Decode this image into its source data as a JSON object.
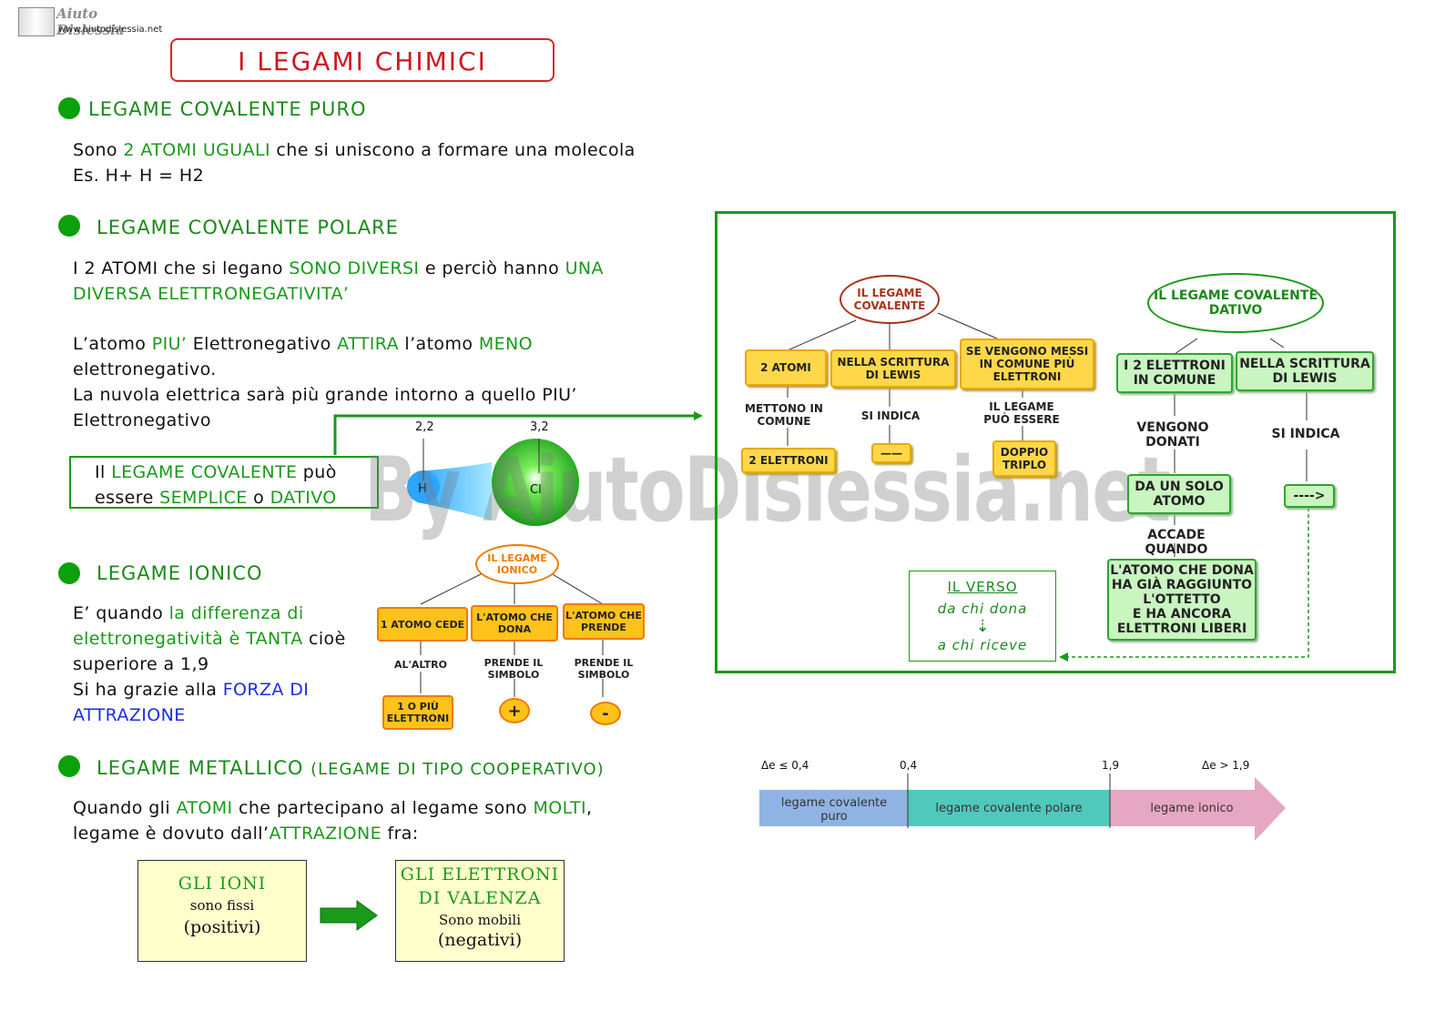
{
  "logo": {
    "name": "Aiuto Dislessia",
    "url": "www.aiutodislessia.net"
  },
  "title": "I LEGAMI CHIMICI",
  "watermark": "By AiutoDislessia.net",
  "sections": {
    "puro": {
      "heading": "LEGAME COVALENTE PURO",
      "line1": [
        "Sono ",
        "2 ATOMI UGUALI",
        " che si uniscono a formare una molecola"
      ],
      "line2": "Es. H+ H = H2"
    },
    "polare": {
      "heading": "LEGAME COVALENTE POLARE",
      "p1": [
        "I 2 ATOMI che si legano ",
        "SONO DIVERSI",
        " e perciò hanno ",
        "UNA",
        "DIVERSA ELETTRONEGATIVITA’"
      ],
      "p2": [
        "L’atomo ",
        "PIU’",
        " Elettronegativo ",
        "ATTIRA",
        " l’atomo ",
        "MENO",
        "elettronegativo.",
        "La nuvola elettrica sarà più grande intorno a quello PIU’",
        "Elettronegativo"
      ],
      "box": [
        "Il ",
        "LEGAME COVALENTE",
        " può",
        "essere ",
        "SEMPLICE",
        " o ",
        "DATIVO"
      ],
      "molecule": {
        "h_value": "2,2",
        "cl_value": "3,2",
        "h_label": "H",
        "cl_label": "Cl"
      }
    },
    "ionico": {
      "heading": "LEGAME IONICO",
      "p": [
        "E’ quando ",
        "la differenza di",
        "elettronegatività è TANTA",
        " cioè",
        "superiore a 1,9",
        "Si ha grazie alla ",
        "FORZA DI",
        "ATTRAZIONE"
      ],
      "map": {
        "root": "IL LEGAME IONICO",
        "c1": "1 ATOMO CEDE",
        "c1_link": "AL'ALTRO",
        "c1_leaf": "1 O PIÙ ELETTRONI",
        "c2": "L'ATOMO CHE DONA",
        "c2_link": "PRENDE IL SIMBOLO",
        "c2_leaf": "+",
        "c3": "L'ATOMO CHE PRENDE",
        "c3_link": "PRENDE IL SIMBOLO",
        "c3_leaf": "-"
      }
    },
    "metallico": {
      "heading": "LEGAME METALLICO",
      "heading_sub": "(LEGAME DI TIPO COOPERATIVO)",
      "p": [
        "Quando gli ",
        "ATOMI",
        " che partecipano al legame  sono ",
        "MOLTI",
        ",",
        "legame è dovuto dall’",
        "ATTRAZIONE",
        " fra:"
      ],
      "box1": {
        "title": "GLI IONI",
        "sub": "sono fissi",
        "note": "(positivi)"
      },
      "box2": {
        "title1": "GLI ELETTRONI",
        "title2": "DI VALENZA",
        "sub": "Sono mobili",
        "note": "(negativi)"
      }
    }
  },
  "covalent_map": {
    "root": "IL LEGAME COVALENTE",
    "c1": "2 ATOMI",
    "c1_link": "METTONO IN COMUNE",
    "c1_leaf": "2 ELETTRONI",
    "c2": "NELLA SCRITTURA DI LEWIS",
    "c2_link": "SI INDICA",
    "c2_leaf": "——",
    "c3": "SE VENGONO MESSI IN COMUNE PIÙ ELETTRONI",
    "c3_link": "IL LEGAME PUÒ ESSERE",
    "c3_leaf": "DOPPIO TRIPLO"
  },
  "dativo_map": {
    "root": "IL LEGAME COVALENTE DATIVO",
    "c1": "I 2 ELETTRONI IN COMUNE",
    "c1_link": "VENGONO DONATI",
    "c1_leaf": "DA UN SOLO ATOMO",
    "c1_link2": "ACCADE QUANDO",
    "c1_leaf2": [
      "L'ATOMO CHE DONA",
      "HA GIÀ RAGGIUNTO",
      "L'OTTETTO",
      "E HA ANCORA",
      "ELETTRONI LIBERI"
    ],
    "c2": "NELLA SCRITTURA DI LEWIS",
    "c2_link": "SI INDICA",
    "c2_leaf": "---->",
    "verso": {
      "title": "IL VERSO",
      "from": "da chi dona",
      "to": "a chi riceve"
    }
  },
  "scale": {
    "tick1": "Δe ≤ 0,4",
    "tick2": "0,4",
    "tick3": "1,9",
    "tick4": "Δe > 1,9",
    "seg1": "legame covalente puro",
    "seg2": "legame covalente polare",
    "seg3": "legame ionico",
    "colors": {
      "seg1": "#8fb4e3",
      "seg2": "#4fc9bb",
      "seg3": "#e6a7c2"
    }
  }
}
